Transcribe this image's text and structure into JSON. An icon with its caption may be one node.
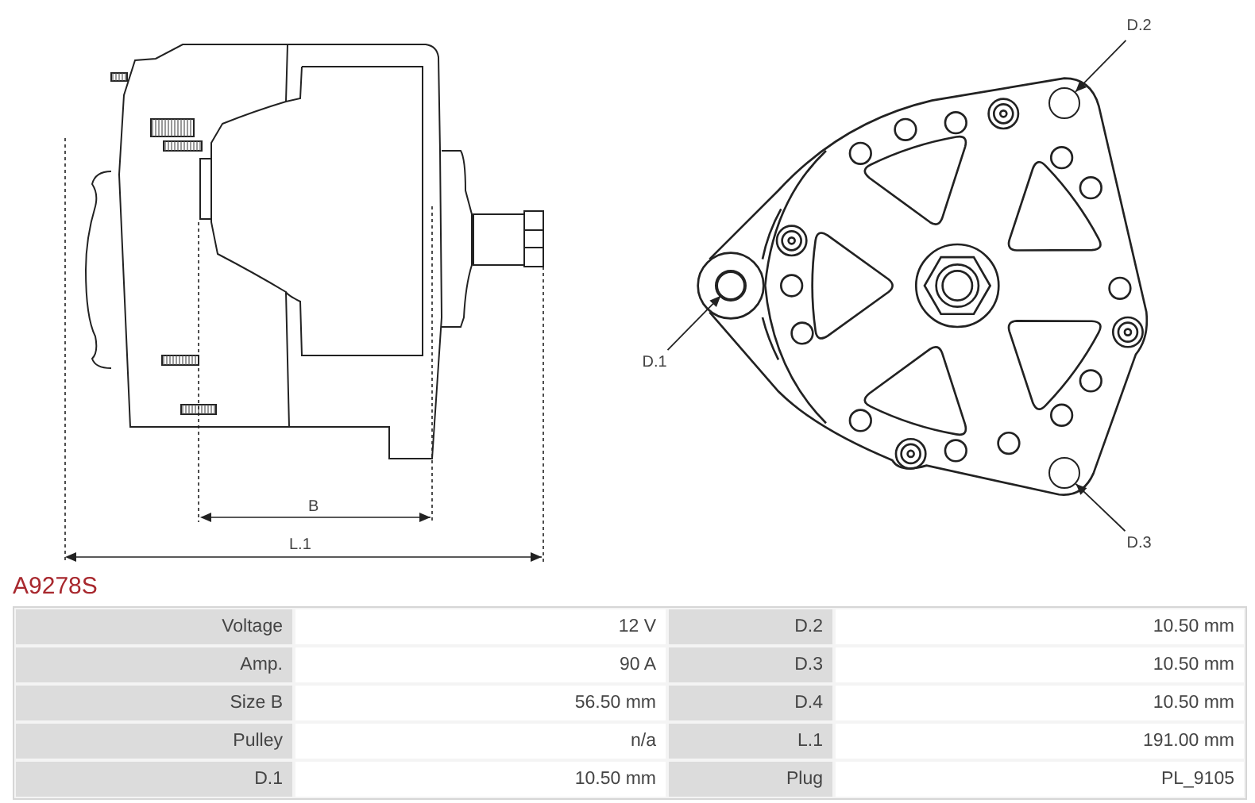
{
  "diagram": {
    "title": "A9278S",
    "nodes": [
      {
        "text": [
          "D.2"
        ]
      },
      {
        "text": [],
        "shape": "circle"
      },
      {
        "text": [
          "D.1"
        ]
      },
      {
        "text": [],
        "shape": "circle"
      },
      {
        "text": [
          "D.3"
        ]
      },
      {
        "text": [],
        "shape": "circle"
      }
    ],
    "edges": [
      {
        "from": 0,
        "to": 1,
        "arrow": "to"
      },
      {
        "from": 2,
        "to": 3,
        "arrow": "to"
      },
      {
        "from": 4,
        "to": 5,
        "arrow": "to"
      }
    ],
    "labels": [
      "B",
      "L.1",
      "Voltage",
      "12 V",
      "D.2",
      "10.50 mm",
      "Amp.",
      "90 A",
      "D.3",
      "10.50 mm",
      "Size B",
      "56.50 mm",
      "D.4",
      "10.50 mm",
      "Pulley",
      "n/a",
      "L.1",
      "191.00 mm",
      "D.1",
      "10.50 mm",
      "Plug",
      "PL_9105"
    ]
  }
}
